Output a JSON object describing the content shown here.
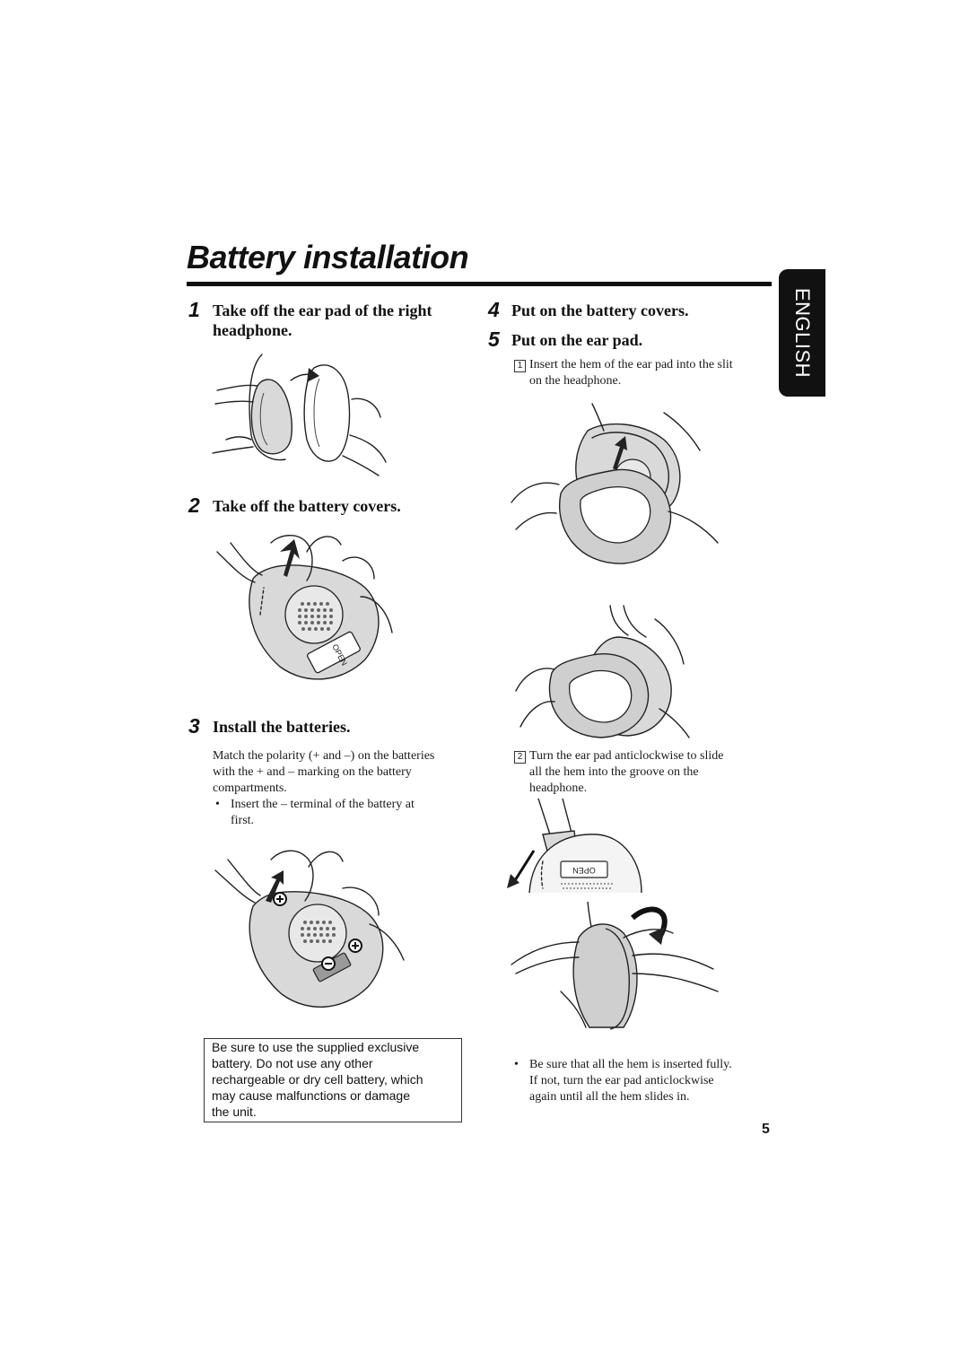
{
  "page": {
    "title": "Battery installation",
    "language_tab": "ENGLISH",
    "page_number": "5"
  },
  "steps": {
    "s1": {
      "num": "1",
      "text_line1": "Take off the ear pad of the right",
      "text_line2": "headphone."
    },
    "s2": {
      "num": "2",
      "text": "Take off the battery covers."
    },
    "s3": {
      "num": "3",
      "text": "Install the batteries.",
      "body_lines": [
        "Match the polarity (+ and –) on the batteries",
        "with the + and – marking on the battery",
        "compartments."
      ],
      "bullet_lines": [
        "Insert the – terminal of the battery at",
        "first."
      ]
    },
    "s4": {
      "num": "4",
      "text": "Put on the battery covers."
    },
    "s5": {
      "num": "5",
      "text": "Put on the ear pad.",
      "sub1_marker": "1",
      "sub1_lines": [
        "Insert the hem of the ear pad into the slit",
        "on the headphone."
      ],
      "sub2_marker": "2",
      "sub2_lines": [
        "Turn the ear pad anticlockwise to slide",
        "all the hem into the groove on the",
        "headphone."
      ],
      "bullet_lines": [
        "Be sure that all the hem is inserted fully.",
        "If not, turn the ear pad anticlockwise",
        "again until all the hem slides in."
      ]
    }
  },
  "caution": {
    "lines": [
      "Be sure to use the supplied exclusive",
      "battery. Do not use any other",
      "rechargeable or dry cell battery, which",
      "may cause malfunctions or damage",
      "the unit."
    ]
  },
  "illustration_labels": {
    "open": "OPEN"
  }
}
